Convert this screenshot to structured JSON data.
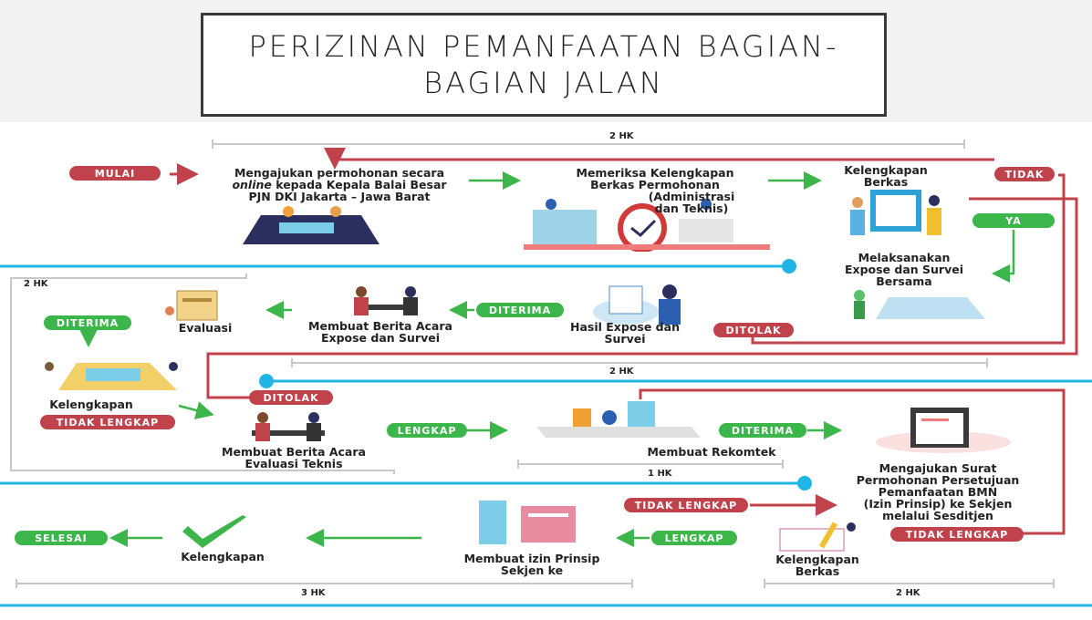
{
  "title": {
    "line1": "PERIZINAN PEMANFAATAN BAGIAN-",
    "line2": "BAGIAN JALAN"
  },
  "durations": {
    "top": "2 HK",
    "left": "2 HK",
    "mid": "2 HK",
    "rekomtek": "1 HK",
    "bottom_left": "3 HK",
    "bottom_right": "2 HK"
  },
  "labels": {
    "mulai": "MULAI",
    "tidak": "TIDAK",
    "ya": "YA",
    "diterima_1": "DITERIMA",
    "diterima_2": "DITERIMA",
    "diterima_3": "DITERIMA",
    "ditolak_1": "DITOLAK",
    "ditolak_2": "DITOLAK",
    "tidak_lengkap_1": "TIDAK LENGKAP",
    "tidak_lengkap_2": "TIDAK LENGKAP",
    "tidak_lengkap_3": "TIDAK LENGKAP",
    "lengkap_1": "LENGKAP",
    "lengkap_2": "LENGKAP",
    "selesai": "SELESAI"
  },
  "steps": {
    "s1": {
      "l1": "Mengajukan permohonan secara",
      "l2_em": "online",
      "l2_rest": " kepada Kepala Balai Besar",
      "l3": "PJN DKI Jakarta – Jawa Barat"
    },
    "s2": {
      "l1": "Memeriksa Kelengkapan",
      "l2": "Berkas Permohonan",
      "l3": "(Administrasi",
      "l4": "dan Teknis)"
    },
    "s3": {
      "l1": "Kelengkapan",
      "l2": "Berkas"
    },
    "s4": {
      "l1": "Melaksanakan",
      "l2": "Expose dan Survei",
      "l3": "Bersama"
    },
    "s5": {
      "l1": "Hasil Expose dan",
      "l2": "Survei"
    },
    "s6": {
      "l1": "Membuat Berita Acara",
      "l2": "Expose dan Survei"
    },
    "s7": {
      "l1": "Evaluasi"
    },
    "s8": {
      "l1": "Kelengkapan"
    },
    "s9": {
      "l1": "Membuat Berita Acara",
      "l2": "Evaluasi Teknis"
    },
    "s10": {
      "l1": "Membuat Rekomtek"
    },
    "s11": {
      "l1": "Mengajukan Surat",
      "l2": "Permohonan Persetujuan",
      "l3": "Pemanfaatan BMN",
      "l4": "(Izin Prinsip) ke Sekjen",
      "l5": "melalui Sesditjen"
    },
    "s12": {
      "l1": "Kelengkapan",
      "l2": "Berkas"
    },
    "s13": {
      "l1": "Membuat izin Prinsip",
      "l2": "Sekjen ke"
    },
    "s14": {
      "l1": "Kelengkapan"
    }
  },
  "colors": {
    "red": "#c0424a",
    "green": "#3cb54a",
    "blue": "#1fb5e6",
    "gray": "#c8c8c8"
  }
}
